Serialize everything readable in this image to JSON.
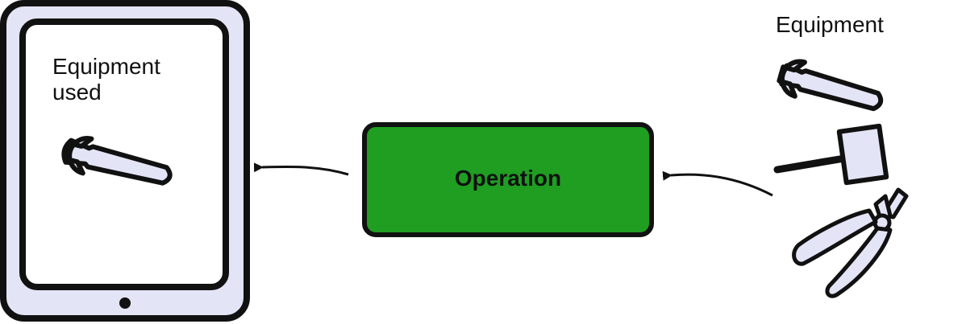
{
  "diagram": {
    "tablet": {
      "label_line1": "Equipment",
      "label_line2": "used",
      "icon": "wrench-icon"
    },
    "operation": {
      "label": "Operation",
      "fill_color": "#1f9e22"
    },
    "equipment": {
      "title": "Equipment",
      "icons": [
        "wrench-icon",
        "hammer-icon",
        "pliers-icon"
      ]
    },
    "colors": {
      "device_fill": "#e4e4f7",
      "tool_fill": "#e4e4f7",
      "stroke": "#111111"
    }
  }
}
